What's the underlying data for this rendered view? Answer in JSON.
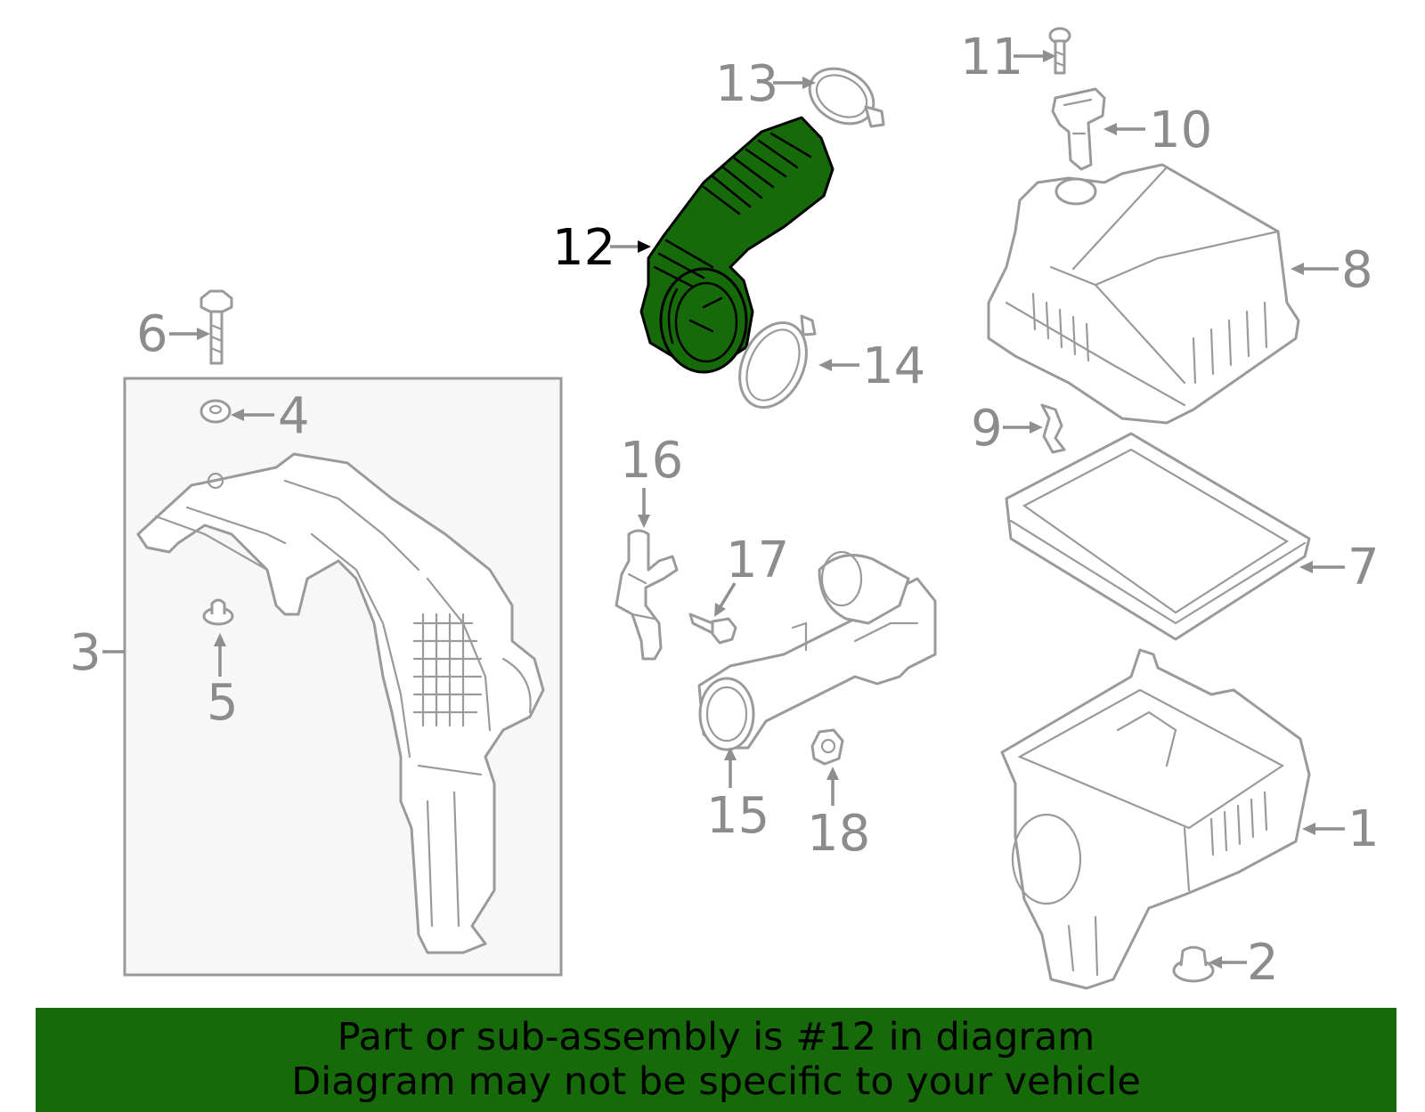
{
  "colors": {
    "highlight": "#166a0a",
    "line": "#9a9a9a",
    "assembly_box": "#f7f7f7"
  },
  "callouts": {
    "c1": "1",
    "c2": "2",
    "c3": "3",
    "c4": "4",
    "c5": "5",
    "c6": "6",
    "c7": "7",
    "c8": "8",
    "c9": "9",
    "c10": "10",
    "c11": "11",
    "c12": "12",
    "c13": "13",
    "c14": "14",
    "c15": "15",
    "c16": "16",
    "c17": "17",
    "c18": "18"
  },
  "highlighted_part": "12",
  "banner": {
    "line1": "Part or sub-assembly is #12 in diagram",
    "line2": "Diagram may not be specific to your vehicle"
  }
}
